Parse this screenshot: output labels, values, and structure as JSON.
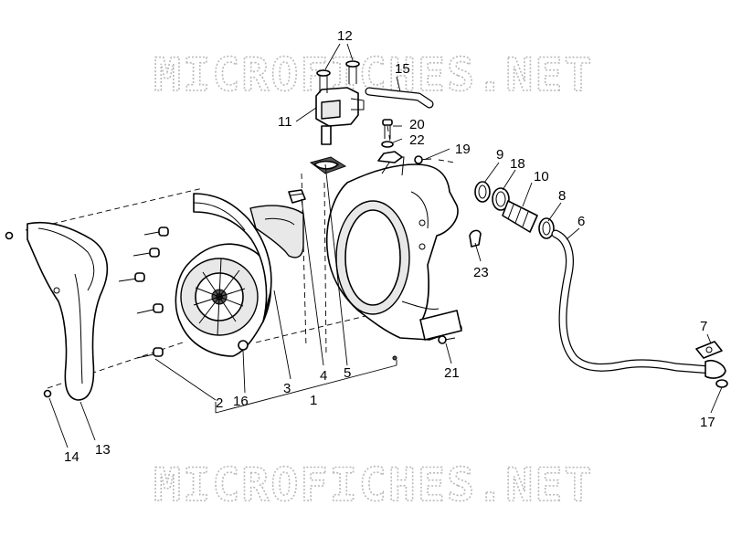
{
  "watermark": {
    "top": "MICROFICHES.NET",
    "bottom": "MICROFICHES.NET"
  },
  "callouts": {
    "c1": "1",
    "c2": "2",
    "c3": "3",
    "c4": "4",
    "c5": "5",
    "c6": "6",
    "c7": "7",
    "c8": "8",
    "c9": "9",
    "c10": "10",
    "c11": "11",
    "c12": "12",
    "c13": "13",
    "c14": "14",
    "c15": "15",
    "c16": "16",
    "c17": "17",
    "c18": "18",
    "c19": "19",
    "c20": "20",
    "c21": "21",
    "c22": "22",
    "c23": "23"
  }
}
